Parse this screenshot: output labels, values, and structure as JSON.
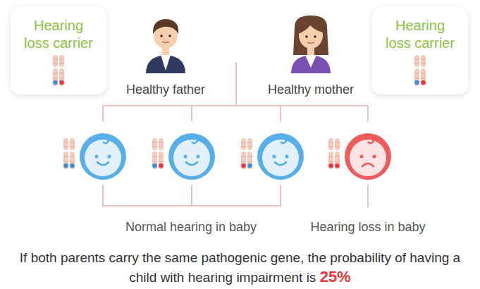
{
  "diagram": {
    "caption": "If both parents carry the same pathogenic gene, the probability of having a child with hearing impairment is",
    "nodes": [
      {
        "text": [
          "Hearing loss carrier"
        ]
      },
      {
        "text": [
          "Healthy father"
        ]
      },
      {
        "text": [
          "Healthy mother"
        ]
      },
      {
        "text": [
          "Hearing loss carrier"
        ]
      }
    ],
    "labels": [
      "Normal hearing in baby",
      "Hearing loss in baby",
      "25%"
    ]
  }
}
